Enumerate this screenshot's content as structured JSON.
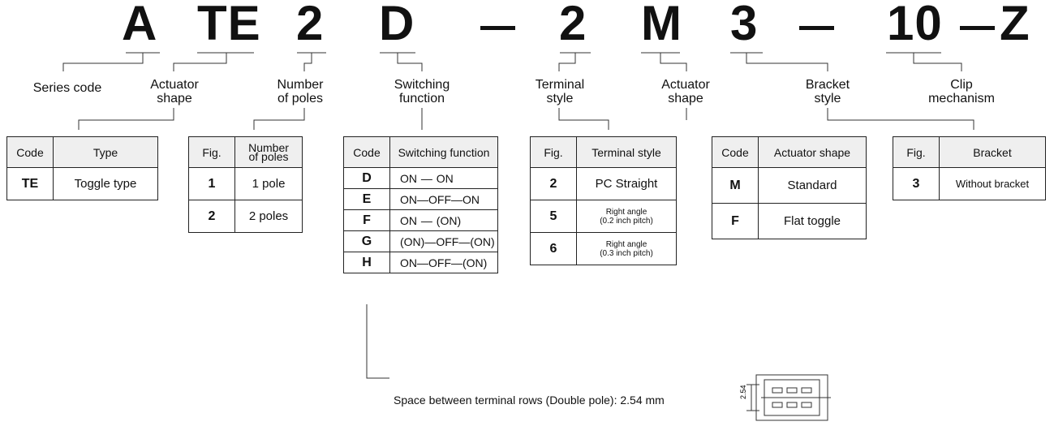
{
  "part_code": {
    "segments": [
      "A",
      "TE",
      "2",
      "D",
      "2",
      "M",
      "3",
      "10",
      "Z"
    ],
    "separator": "—"
  },
  "labels": {
    "series_code": "Series code",
    "actuator_shape_1": "Actuator\nshape",
    "number_of_poles": "Number\nof poles",
    "switching_function": "Switching\nfunction",
    "terminal_style": "Terminal\nstyle",
    "actuator_shape_2": "Actuator\nshape",
    "bracket_style": "Bracket\nstyle",
    "clip_mechanism": "Clip\nmechanism"
  },
  "tables": {
    "actuator": {
      "headers": [
        "Code",
        "Type"
      ],
      "rows": [
        [
          "TE",
          "Toggle type"
        ]
      ]
    },
    "poles": {
      "headers": [
        "Fig.",
        "Number\nof poles"
      ],
      "rows": [
        [
          "1",
          "1 pole"
        ],
        [
          "2",
          "2 poles"
        ]
      ]
    },
    "switching": {
      "headers": [
        "Code",
        "Switching function"
      ],
      "rows": [
        [
          "D",
          "ON  —  ON"
        ],
        [
          "E",
          "ON—OFF—ON"
        ],
        [
          "F",
          "ON  —  (ON)"
        ],
        [
          "G",
          "(ON)—OFF—(ON)"
        ],
        [
          "H",
          "ON—OFF—(ON)"
        ]
      ]
    },
    "terminal": {
      "headers": [
        "Fig.",
        "Terminal style"
      ],
      "rows": [
        [
          "2",
          "PC Straight"
        ],
        [
          "5",
          "Right angle\n(0.2 inch pitch)"
        ],
        [
          "6",
          "Right angle\n(0.3 inch pitch)"
        ]
      ]
    },
    "actuator_shape": {
      "headers": [
        "Code",
        "Actuator shape"
      ],
      "rows": [
        [
          "M",
          "Standard"
        ],
        [
          "F",
          "Flat toggle"
        ]
      ]
    },
    "bracket": {
      "headers": [
        "Fig.",
        "Bracket"
      ],
      "rows": [
        [
          "3",
          "Without bracket"
        ]
      ]
    }
  },
  "note": "Space between terminal rows (Double pole): 2.54 mm",
  "figure": {
    "dimension_label": "2.54"
  }
}
